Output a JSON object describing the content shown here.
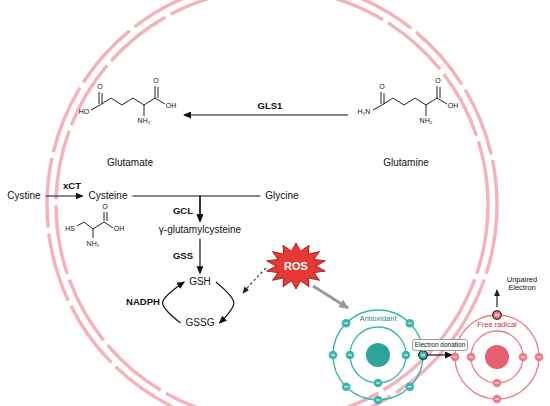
{
  "diagram": {
    "nodes": [
      {
        "text": [
          "Glutamate"
        ]
      },
      {
        "text": [
          "Glutamine"
        ]
      },
      {
        "text": [
          "Cystine"
        ]
      },
      {
        "text": [
          "Cysteine"
        ]
      },
      {
        "text": [
          "Glycine"
        ]
      },
      {
        "text": [
          "γ-glutamylcysteine"
        ]
      },
      {
        "text": [
          "GSH"
        ]
      },
      {
        "text": [
          "GSSG"
        ]
      },
      {
        "text": [
          "ROS"
        ]
      },
      {
        "text": [
          "Antioxidant"
        ]
      },
      {
        "text": [
          "Free radical"
        ]
      }
    ],
    "edges": [
      {
        "from": 1,
        "to": 0,
        "arrow": "to",
        "label": "GLS1"
      },
      {
        "from": 2,
        "to": 3,
        "arrow": "to",
        "label": "xCT"
      },
      {
        "from": 3,
        "to": 5,
        "arrow": "to",
        "label": "GCL"
      },
      {
        "from": 4,
        "to": 5,
        "arrow": "to"
      },
      {
        "from": 5,
        "to": 6,
        "arrow": "to",
        "label": "GSS"
      },
      {
        "from": 7,
        "to": 6,
        "arrow": "to",
        "label": "NADPH"
      },
      {
        "from": 6,
        "to": 7,
        "arrow": "to"
      },
      {
        "from": 8,
        "to": 9,
        "arrow": "to"
      },
      {
        "from": 9,
        "to": 10,
        "arrow": "to",
        "label": "Electron donation"
      }
    ],
    "labels": [
      "HO",
      "O",
      "NH₂",
      "O",
      "OH",
      "H₂N",
      "O",
      "NH₂",
      "O",
      "OH",
      "HS",
      "O",
      "OH",
      "NH₂",
      "Unpaired Electron"
    ]
  }
}
